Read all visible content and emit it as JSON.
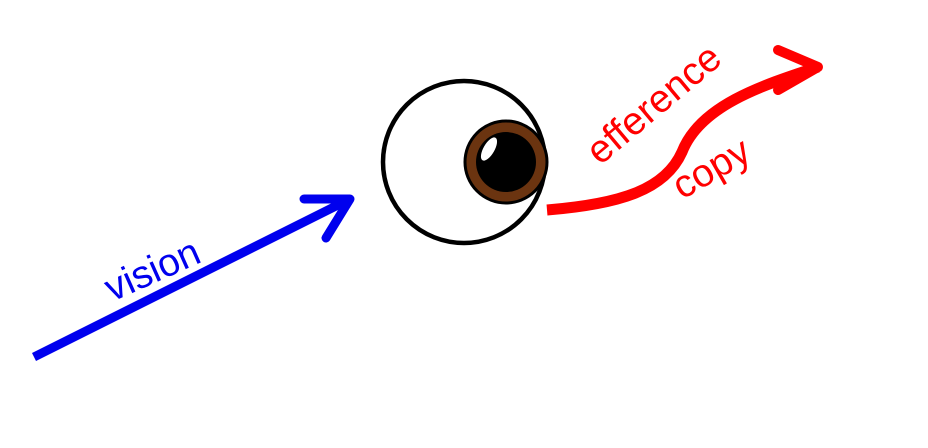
{
  "labels": {
    "vision": "vision",
    "efference": "efference",
    "copy": "copy"
  },
  "colors": {
    "vision_arrow": "#0000ee",
    "efference_arrow": "#ff0000",
    "eye_outline": "#000000",
    "eye_white": "#ffffff",
    "iris": "#6b3410",
    "pupil": "#000000",
    "highlight": "#ffffff"
  },
  "icons": {
    "eye": "eye-icon"
  }
}
